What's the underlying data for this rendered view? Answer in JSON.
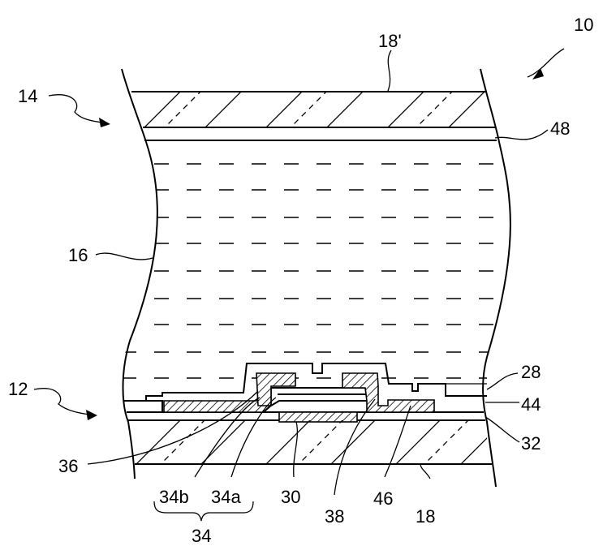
{
  "figure": {
    "labels": {
      "device": "10",
      "upper_substrate": "14",
      "lower_substrate": "12",
      "upper_glass": "18'",
      "upper_film": "48",
      "liquid_crystal": "16",
      "pixel_electrode": "28",
      "passivation": "44",
      "gate_insulator": "32",
      "drain": "36",
      "semiconductor_34b": "34b",
      "semiconductor_34a": "34a",
      "semiconductor": "34",
      "gate_electrode": "30",
      "source": "38",
      "contact_46": "46",
      "lower_glass": "18"
    }
  }
}
